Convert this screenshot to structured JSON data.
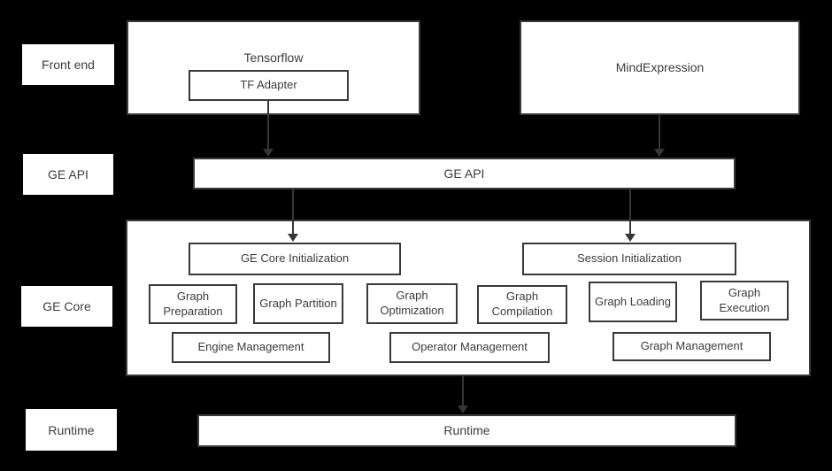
{
  "colors": {
    "background": "#000000",
    "box_fill": "#ffffff",
    "box_border": "#3a3a3a",
    "text": "#3c3c3c",
    "arrow": "#363636"
  },
  "row_labels": [
    "Front end",
    "GE API",
    "GE Core",
    "Runtime"
  ],
  "front_end": {
    "tensorflow": {
      "title": "Tensorflow",
      "adapter": "TF Adapter"
    },
    "mind_expression": {
      "title": "MindExpression"
    }
  },
  "ge_api": {
    "title": "GE API"
  },
  "ge_core": {
    "initialization": [
      "GE Core Initialization",
      "Session Initialization"
    ],
    "stages": [
      "Graph Preparation",
      "Graph Partition",
      "Graph Optimization",
      "Graph Compilation",
      "Graph Loading",
      "Graph Execution"
    ],
    "management": [
      "Engine Management",
      "Operator Management",
      "Graph Management"
    ]
  },
  "runtime": {
    "title": "Runtime"
  }
}
